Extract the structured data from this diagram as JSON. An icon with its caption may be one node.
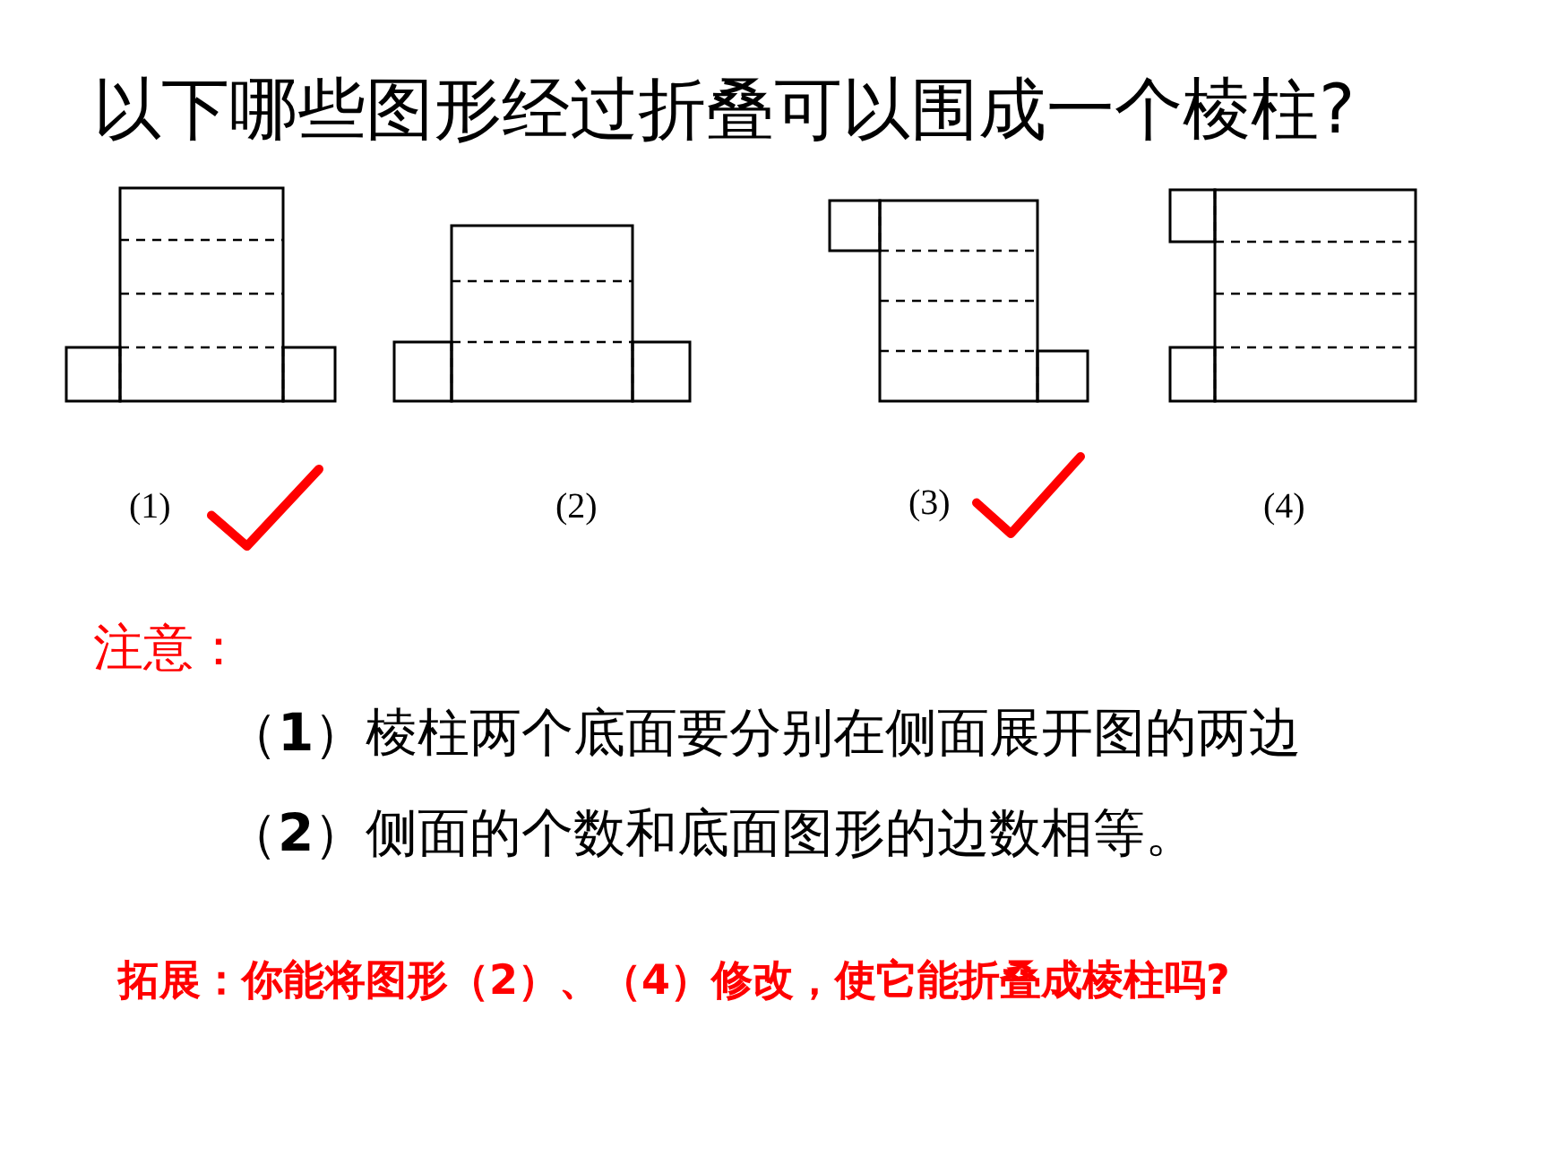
{
  "diagram": {
    "title": "以下哪些图形经过折叠可以围成一个棱柱?",
    "labels": [
      "(1)",
      "(2)",
      "(3)",
      "(4)",
      "注意：",
      "（**1**）棱柱两个底面要分别在侧面展开图的两边",
      "（**2**）侧面的个数和底面图形的边数相等。",
      "拓展：你能将图形（2）、（4）修改，使它能折叠成棱柱吗?"
    ]
  }
}
